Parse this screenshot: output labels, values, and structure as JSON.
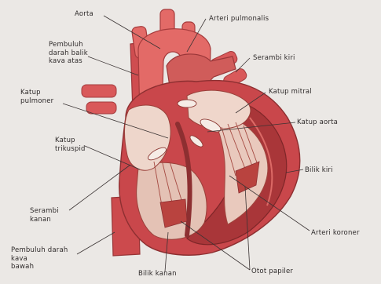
{
  "diagram": {
    "labels": {
      "aorta": "Aorta",
      "pulmonary_artery": "Arteri pulmonalis",
      "superior_vena_cava": "Pembuluh\ndarah balik\nkava atas",
      "left_atrium": "Serambi kiri",
      "pulmonary_valve": "Katup\npulmoner",
      "mitral_valve": "Katup mitral",
      "aortic_valve": "Katup aorta",
      "tricuspid_valve": "Katup\ntrikuspid",
      "left_ventricle": "Bilik kiri",
      "right_atrium": "Serambi\nkanan",
      "coronary_artery": "Arteri koroner",
      "inferior_vena_cava": "Pembuluh darah\nkava\nbawah",
      "right_ventricle": "Bilik kanan",
      "papillary_muscle": "Otot papiler"
    }
  }
}
